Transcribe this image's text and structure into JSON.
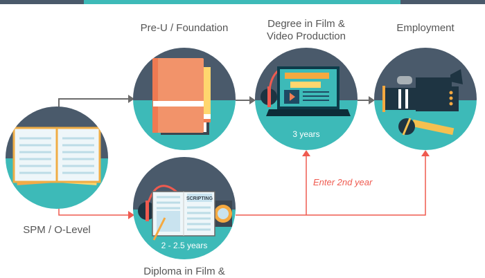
{
  "colors": {
    "dark": "#4a5a6b",
    "teal": "#3dbab8",
    "gray_arrow": "#6b6b6b",
    "red_arrow": "#ef5a4f",
    "text": "#555555"
  },
  "stages": {
    "spm": {
      "label": "SPM / O-Level",
      "icon": "open-book-icon"
    },
    "preu": {
      "label": "Pre-U / Foundation",
      "icon": "book-stack-icon"
    },
    "degree": {
      "label_line1": "Degree in Film &",
      "label_line2": "Video Production",
      "duration": "3 years",
      "icon": "laptop-headphones-icon"
    },
    "employment": {
      "label": "Employment",
      "icon": "video-camera-microphone-icon"
    },
    "diploma": {
      "label": "Diploma in Film &",
      "duration": "2 - 2.5 years",
      "icon": "script-book-headphones-icon",
      "book_tag": "SCRIPTING"
    }
  },
  "note": "Enter 2nd year"
}
